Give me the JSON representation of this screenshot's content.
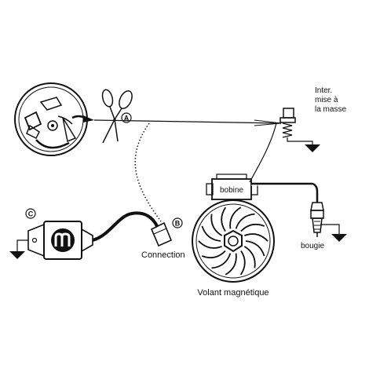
{
  "labels": {
    "interrupter_line1": "Inter.",
    "interrupter_line2": "mise à",
    "interrupter_line3": "la masse",
    "coil": "bobine",
    "spark_plug": "bougie",
    "connection": "Connection",
    "flywheel": "Volant magnétique",
    "marker_a": "A",
    "marker_b": "B",
    "marker_c": "C"
  },
  "icons": {
    "scissors": "scissors-icon",
    "ground": "ground-symbol-icon",
    "module_logo": "m-logo"
  },
  "colors": {
    "line": "#111111",
    "background": "#ffffff"
  }
}
